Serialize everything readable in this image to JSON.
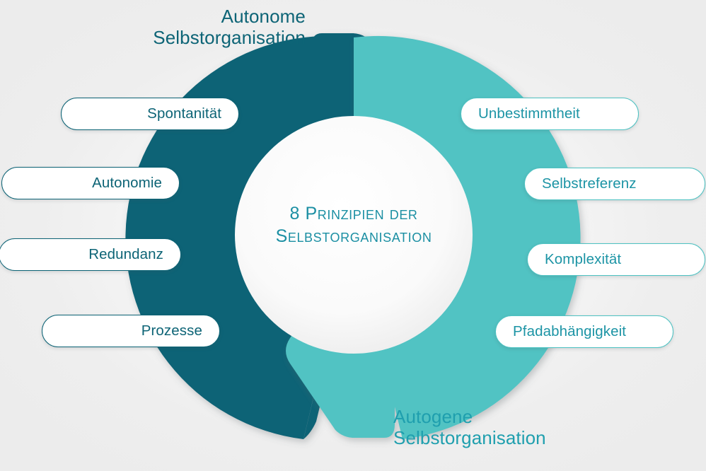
{
  "diagram": {
    "center_label": "8 Prinzipien der\nSelbstorganisation",
    "caption_top": "Autonome\nSelbstorganisation",
    "caption_bottom": "Autogene\nSelbstorganisation",
    "colors": {
      "dark_teal": "#0d6476",
      "light_teal": "#51c3c3",
      "center_text": "#1b8fa3",
      "background": "#f0f0f0",
      "pill_background": "#ffffff"
    },
    "left_principles": [
      {
        "label": "Spontanität"
      },
      {
        "label": "Autonomie"
      },
      {
        "label": "Redundanz"
      },
      {
        "label": "Prozesse"
      }
    ],
    "right_principles": [
      {
        "label": "Unbestimmtheit"
      },
      {
        "label": "Selbstreferenz"
      },
      {
        "label": "Komplexität"
      },
      {
        "label": "Pfadabhängigkeit"
      }
    ]
  },
  "chart_data": {
    "type": "diagram",
    "title": "8 Prinzipien der Selbstorganisation",
    "subtype": "circular-two-arrow-cycle",
    "halves": [
      {
        "name": "Autonome Selbstorganisation",
        "color": "#0d6476",
        "side": "left",
        "arrow_direction": "clockwise-top",
        "items": [
          "Spontanität",
          "Autonomie",
          "Redundanz",
          "Prozesse"
        ]
      },
      {
        "name": "Autogene Selbstorganisation",
        "color": "#51c3c3",
        "side": "right",
        "arrow_direction": "clockwise-bottom",
        "items": [
          "Unbestimmtheit",
          "Selbstreferenz",
          "Komplexität",
          "Pfadabhängigkeit"
        ]
      }
    ],
    "total_items": 8
  }
}
